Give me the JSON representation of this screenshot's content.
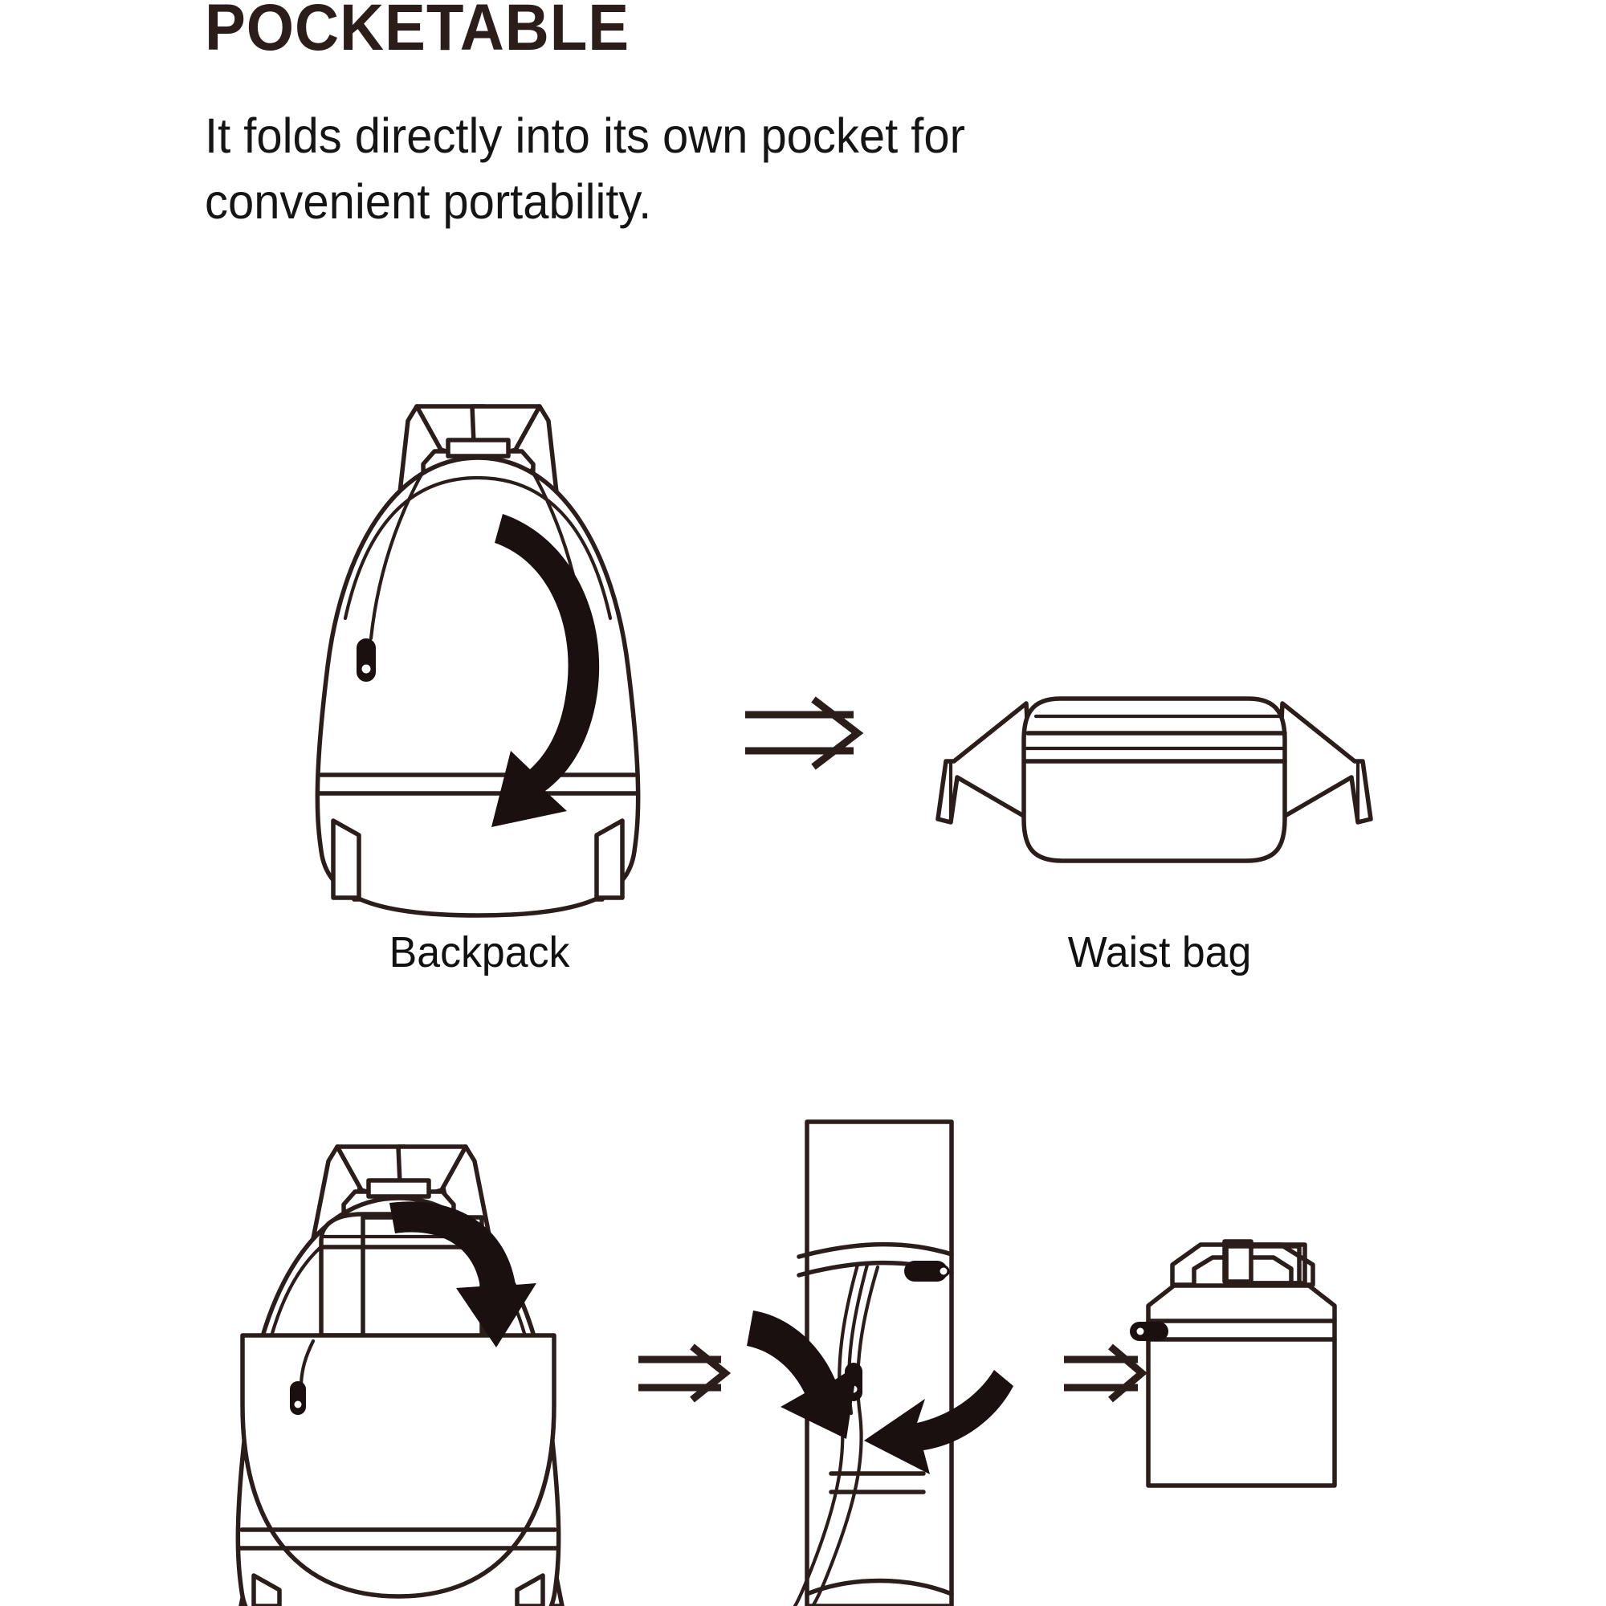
{
  "header": {
    "title": "POCKETABLE",
    "subtitle": "It folds directly into its own pocket for convenient portability."
  },
  "colors": {
    "ink": "#2b1d1a",
    "text": "#111111",
    "background": "#ffffff",
    "arrow_fill": "#000000"
  },
  "diagram": {
    "type": "instructional-illustration",
    "rows": [
      {
        "id": "row-1",
        "steps": [
          {
            "id": "backpack",
            "caption": "Backpack",
            "icon": "backpack-outline-icon",
            "annotation": "curved-fold-arrow"
          },
          {
            "id": "arrow-1",
            "icon": "double-line-right-arrow-icon"
          },
          {
            "id": "waist-bag",
            "caption": "Waist bag",
            "icon": "waist-bag-outline-icon"
          }
        ]
      },
      {
        "id": "row-2",
        "steps": [
          {
            "id": "backpack-pocket",
            "icon": "backpack-with-pocket-icon",
            "annotation": "curved-fold-into-pocket-arrow"
          },
          {
            "id": "arrow-2",
            "icon": "double-line-right-arrow-icon"
          },
          {
            "id": "rolled-bag",
            "icon": "folded-bag-roll-icon",
            "annotation": "two-inward-fold-arrows"
          },
          {
            "id": "arrow-3",
            "icon": "double-line-right-arrow-icon"
          },
          {
            "id": "pouch",
            "icon": "zipped-pouch-icon"
          }
        ]
      }
    ],
    "captions": {
      "backpack": "Backpack",
      "waist_bag": "Waist bag"
    }
  }
}
